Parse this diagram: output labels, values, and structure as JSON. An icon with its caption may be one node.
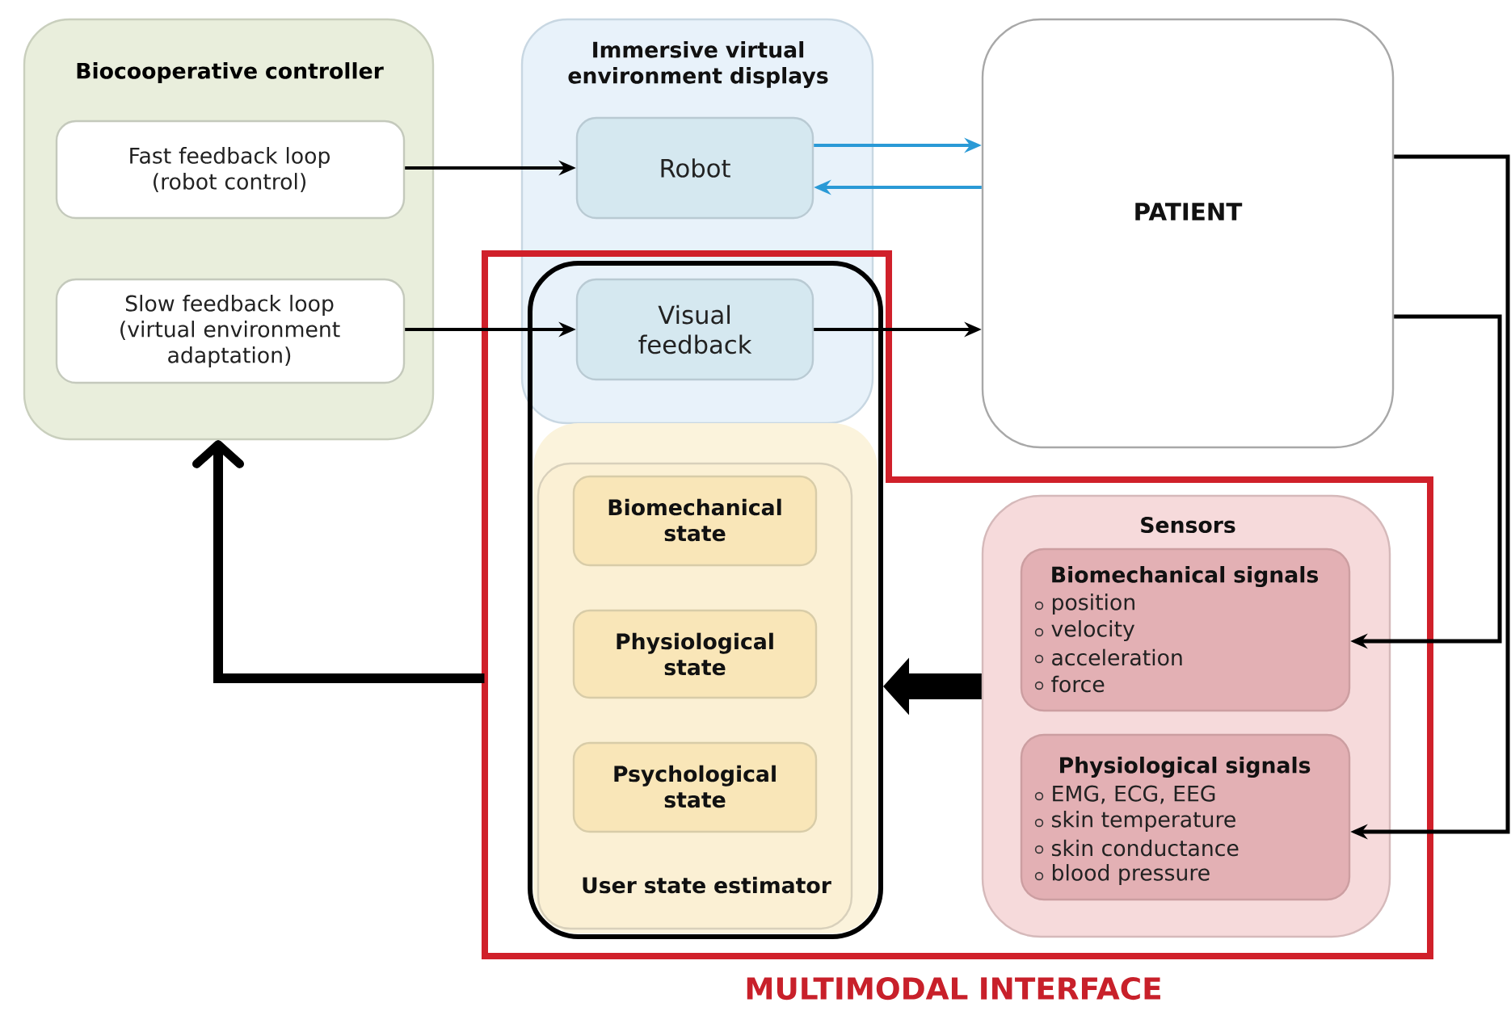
{
  "diagram": {
    "nodes": [
      {
        "text": [
          "Biocooperative controller"
        ]
      },
      {
        "text": [
          "Fast feedback loop (robot control)"
        ],
        "in": 0
      },
      {
        "text": [
          "Slow feedback loop (virtual environment adaptation)"
        ],
        "in": 0
      },
      {
        "text": [
          "Immersive virtual environment displays"
        ]
      },
      {
        "text": [
          "Robot"
        ],
        "in": 3
      },
      {
        "text": [
          "Visual feedback"
        ]
      },
      {
        "text": [
          "PATIENT"
        ]
      },
      {
        "text": [
          "MULTIMODAL INTERFACE"
        ]
      },
      {
        "text": [
          "User state estimator"
        ],
        "in": 7
      },
      {
        "text": [
          "Biomechanical state"
        ],
        "in": 8
      },
      {
        "text": [
          "Physiological state"
        ],
        "in": 8
      },
      {
        "text": [
          "Psychological state"
        ],
        "in": 8
      },
      {
        "text": [
          "Sensors"
        ],
        "in": 7
      },
      {
        "text": [
          "Biomechanical signals",
          "position",
          "velocity",
          "acceleration",
          "force"
        ],
        "in": 12
      },
      {
        "text": [
          "Physiological signals",
          "EMG, ECG, EEG",
          "skin temperature",
          "skin conductance",
          "blood pressure"
        ],
        "in": 12
      }
    ],
    "edges": [
      {
        "from": 1,
        "to": 4,
        "arrow": "to"
      },
      {
        "from": 2,
        "to": 5,
        "arrow": "to"
      },
      {
        "from": 4,
        "to": 6,
        "arrow": "to",
        "color": "#2a9ad6"
      },
      {
        "from": 6,
        "to": 4,
        "arrow": "to",
        "color": "#2a9ad6"
      },
      {
        "from": 5,
        "to": 6,
        "arrow": "to"
      },
      {
        "from": 6,
        "to": 13,
        "arrow": "to"
      },
      {
        "from": 6,
        "to": 14,
        "arrow": "to"
      },
      {
        "from": 12,
        "to": 8,
        "arrow": "to",
        "style": "thick"
      },
      {
        "from": 7,
        "to": 0,
        "arrow": "to",
        "style": "thick"
      }
    ]
  }
}
